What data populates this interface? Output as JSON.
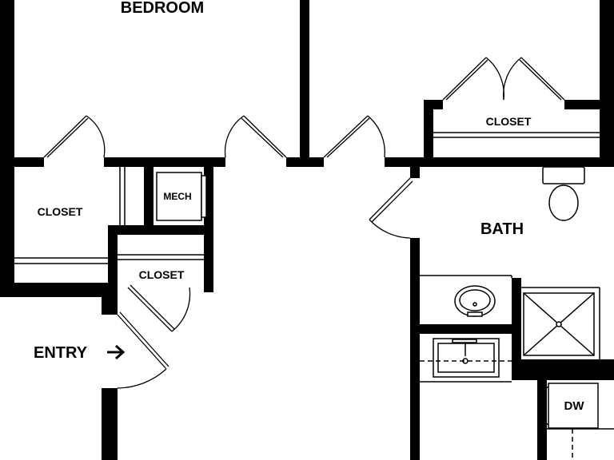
{
  "floorplan": {
    "rooms": {
      "bedroom": "BEDROOM",
      "closet_bedroom": "CLOSET",
      "closet_right": "CLOSET",
      "closet_hall": "CLOSET",
      "mech": "MECH",
      "bath": "BATH",
      "entry": "ENTRY",
      "dishwasher": "DW"
    },
    "icons": {
      "entry_arrow": "arrow-right-icon"
    },
    "colors": {
      "wall": "#000000",
      "background": "#ffffff"
    }
  }
}
